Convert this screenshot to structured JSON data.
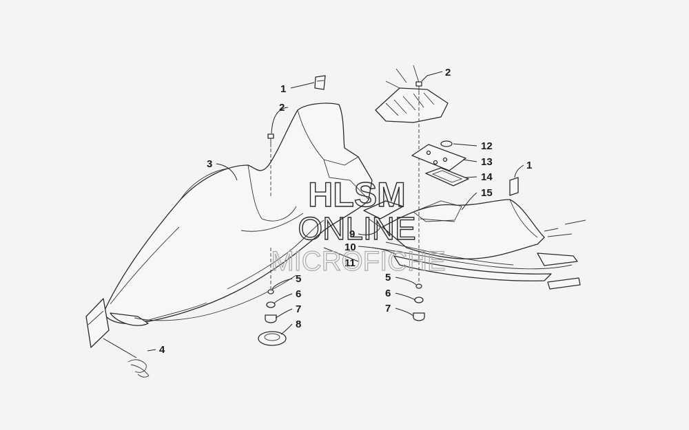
{
  "callouts": [
    "1",
    "2",
    "3",
    "4",
    "5",
    "6",
    "7",
    "8",
    "9",
    "10",
    "11",
    "12",
    "13",
    "14",
    "15"
  ],
  "watermark": {
    "line1": "HLSM",
    "line2": "ONLINE",
    "line3": "MICROFICHE"
  },
  "colors": {
    "background": "#f4f4f2",
    "line": "#2a2a2a",
    "part_fill": "#f7f7f5",
    "watermark_faint": "#aaaaaa"
  }
}
